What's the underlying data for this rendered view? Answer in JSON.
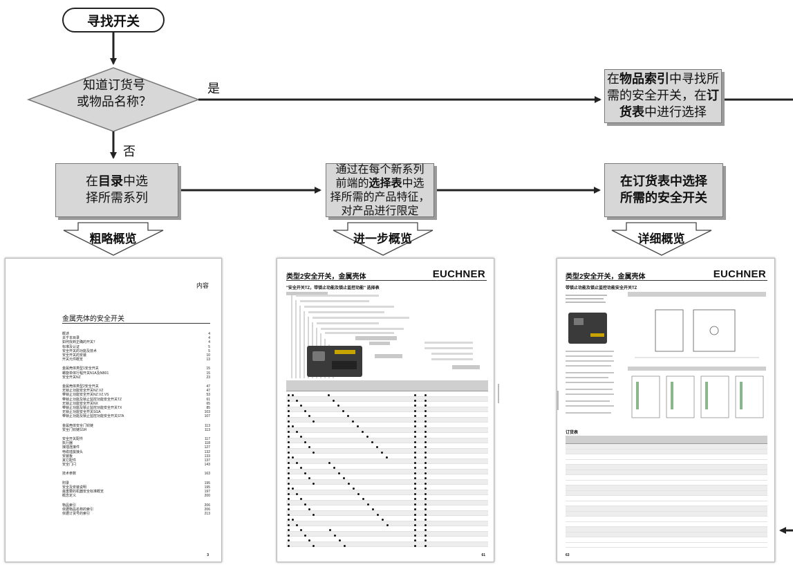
{
  "flow": {
    "start": "寻找开关",
    "decision": [
      "知道订货号",
      "或物品名称？"
    ],
    "yes_label": "是",
    "no_label": "否",
    "box_index": {
      "lines": [
        [
          {
            "t": "在",
            "b": false
          },
          {
            "t": "物品索引",
            "b": true
          },
          {
            "t": "中寻找所",
            "b": false
          }
        ],
        [
          {
            "t": "需的安全开关，在",
            "b": false
          },
          {
            "t": "订",
            "b": true
          }
        ],
        [
          {
            "t": "货表",
            "b": true
          },
          {
            "t": "中进行选择",
            "b": false
          }
        ]
      ]
    },
    "box_catalog": {
      "lines": [
        [
          {
            "t": "在",
            "b": false
          },
          {
            "t": "目录",
            "b": true
          },
          {
            "t": "中选",
            "b": false
          }
        ],
        [
          {
            "t": "择所需系列",
            "b": false
          }
        ]
      ]
    },
    "box_selection": {
      "lines": [
        [
          {
            "t": "通过在每个新系列",
            "b": false
          }
        ],
        [
          {
            "t": "前端的",
            "b": false
          },
          {
            "t": "选择表",
            "b": true
          },
          {
            "t": "中选",
            "b": false
          }
        ],
        [
          {
            "t": "择所需的产品特征，",
            "b": false
          }
        ],
        [
          {
            "t": "对产品进行限定",
            "b": false
          }
        ]
      ]
    },
    "box_order": {
      "lines": [
        [
          {
            "t": "在订货表中选择",
            "b": true
          }
        ],
        [
          {
            "t": "所需的安全开关",
            "b": true
          }
        ]
      ]
    }
  },
  "overviews": {
    "rough": "粗略概览",
    "further": "进一步概览",
    "detailed": "详细概览"
  },
  "doc_toc": {
    "header": "内容",
    "title": "金属壳体的安全开关",
    "groups": [
      [
        [
          "概述",
          "4"
        ],
        [
          "关于本目录",
          "4"
        ],
        [
          "如何找到正确的开关？",
          "4"
        ],
        [
          "标准及认证",
          "5"
        ],
        [
          "安全开关的功能及技术",
          "5"
        ],
        [
          "安全开关的安装",
          "10"
        ],
        [
          "开关元件概览",
          "13"
        ]
      ],
      [
        [
          "金属壳体类型1安全开关",
          "15"
        ],
        [
          "螺旋单体行程开关N1A及NB01",
          "15"
        ],
        [
          "安全开关NZ",
          "23"
        ]
      ],
      [
        [
          "金属壳体类型2安全开关",
          "47"
        ],
        [
          "无锁止功能安全开关NZ.VZ",
          "47"
        ],
        [
          "带锁止功能安全开关NZ.VZ.VS",
          "53"
        ],
        [
          "带锁止功能及锁止监控功能安全开关TZ",
          "61"
        ],
        [
          "无锁止功能安全开关NX",
          "65"
        ],
        [
          "带锁止功能及锁止监控功能安全开关TX",
          "85"
        ],
        [
          "无锁止功能安全开关SGA",
          "103"
        ],
        [
          "带锁止功能及锁止监控功能安全开关STA",
          "107"
        ]
      ],
      [
        [
          "金属壳体安全门铰链",
          "113"
        ],
        [
          "安全门铰链SSH",
          "113"
        ]
      ],
      [
        [
          "安全开关配件",
          "117"
        ],
        [
          "执行器",
          "118"
        ],
        [
          "接插连接件",
          "127"
        ],
        [
          "电缆插拔接头",
          "132"
        ],
        [
          "安装板",
          "133"
        ],
        [
          "其它配件",
          "137"
        ],
        [
          "安全门闩",
          "143"
        ]
      ],
      [
        [
          "技术参数",
          "163"
        ]
      ],
      [
        [
          "附录",
          "195"
        ],
        [
          "安全及安装说明",
          "195"
        ],
        [
          "最重要的机器安全标准概览",
          "197"
        ],
        [
          "概念定义",
          "200"
        ]
      ],
      [
        [
          "物品索引",
          "206"
        ],
        [
          "依据物品名称的索引",
          "206"
        ],
        [
          "依据订货号的索引",
          "213"
        ]
      ]
    ],
    "page_num": "3"
  },
  "doc_select": {
    "title": "类型2安全开关，金属壳体",
    "brand": "EUCHNER",
    "subtitle": "\"安全开关TZ，带锁止功能及锁止监控功能\" 选择表",
    "page_num": "61"
  },
  "doc_order": {
    "title": "类型2安全开关，金属壳体",
    "brand": "EUCHNER",
    "subtitle": "带锁止功能及锁止监控功能安全开关TZ",
    "order_table_title": "订货表",
    "page_num": "63"
  },
  "colors": {
    "box_fill": "#d7d7d7",
    "line": "#222222"
  }
}
